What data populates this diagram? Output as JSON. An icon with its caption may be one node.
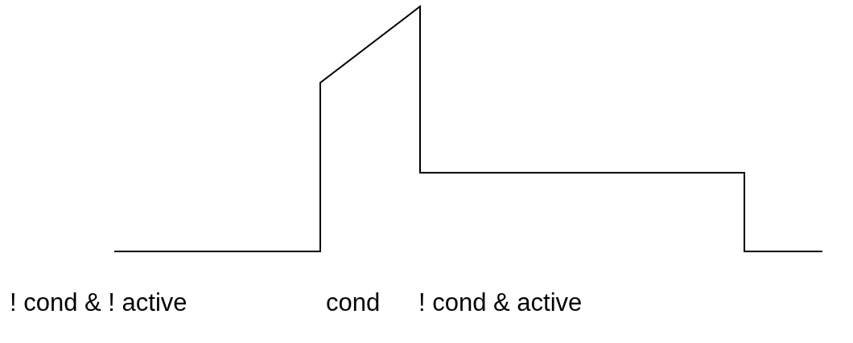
{
  "diagram": {
    "labels": [
      "! cond & ! active",
      "cond",
      "! cond & active"
    ]
  }
}
